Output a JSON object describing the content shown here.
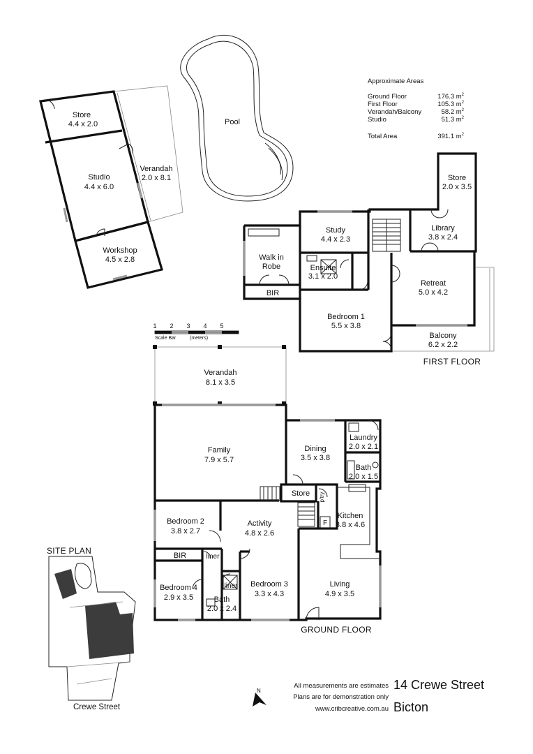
{
  "areas": {
    "title": "Approximate Areas",
    "rows": [
      {
        "label": "Ground Floor",
        "value": "176.3 m"
      },
      {
        "label": "First Floor",
        "value": "105.3 m"
      },
      {
        "label": "Verandah/Balcony",
        "value": "58.2 m"
      },
      {
        "label": "Studio",
        "value": "51.3 m"
      }
    ],
    "total": {
      "label": "Total Area",
      "value": "391.1 m"
    },
    "sup": "2"
  },
  "outbuilding": {
    "rooms": [
      {
        "name": "Store",
        "dims": "4.4  x  2.0"
      },
      {
        "name": "Studio",
        "dims": "4.4  x  6.0"
      },
      {
        "name": "Verandah",
        "dims": "2.0  x  8.1"
      },
      {
        "name": "Workshop",
        "dims": "4.5  x  2.8"
      }
    ]
  },
  "pool_label": "Pool",
  "first_floor": {
    "label": "FIRST FLOOR",
    "rooms": [
      {
        "name": "Study",
        "dims": "4.4  x  2.3"
      },
      {
        "name": "Store",
        "dims": "2.0  x  3.5"
      },
      {
        "name": "Library",
        "dims": "3.8  x  2.4"
      },
      {
        "name": "Walk in",
        "dims": "Robe"
      },
      {
        "name": "Ensuite",
        "dims": "3.1  x  2.0"
      },
      {
        "name": "Retreat",
        "dims": "5.0  x  4.2"
      },
      {
        "name": "Bedroom 1",
        "dims": "5.5  x  3.8"
      },
      {
        "name": "Balcony",
        "dims": "6.2  x  2.2"
      },
      {
        "name": "BIR",
        "dims": ""
      }
    ]
  },
  "scale_bar": {
    "ticks": [
      "1",
      "2",
      "3",
      "4",
      "5"
    ],
    "label": "Scale Bar",
    "unit": "(meters)"
  },
  "ground_floor": {
    "label": "GROUND FLOOR",
    "rooms": [
      {
        "name": "Verandah",
        "dims": "8.1  x  3.5"
      },
      {
        "name": "Family",
        "dims": "7.9  x  5.7"
      },
      {
        "name": "Dining",
        "dims": "3.5  x  3.8"
      },
      {
        "name": "Laundry",
        "dims": "2.0  x  2.1"
      },
      {
        "name": "Bath",
        "dims": "2.0  x  1.5"
      },
      {
        "name": "Store",
        "dims": ""
      },
      {
        "name": "Kitchen",
        "dims": "3.8  x  4.6"
      },
      {
        "name": "Bedroom 2",
        "dims": "3.8  x  2.7"
      },
      {
        "name": "Activity",
        "dims": "4.8  x  2.6"
      },
      {
        "name": "BIR",
        "dims": ""
      },
      {
        "name": "Bedroom 4",
        "dims": "2.9  x  3.5"
      },
      {
        "name": "Bath",
        "dims": "2.0  x  2.4"
      },
      {
        "name": "Bedroom 3",
        "dims": "3.3  x  4.3"
      },
      {
        "name": "Living",
        "dims": "4.9  x  3.5"
      }
    ],
    "small_labels": {
      "pantry": "p'try",
      "fridge": "F",
      "linen1": "liner",
      "linen2": "liner"
    }
  },
  "site_plan": {
    "title": "SITE PLAN",
    "street": "Crewe Street"
  },
  "north": "N",
  "footer": {
    "lines": [
      "All measurements are estimates",
      "Plans are for demonstration only",
      "www.cribcreative.com.au"
    ],
    "address1": "14 Crewe Street",
    "address2": "Bicton"
  }
}
